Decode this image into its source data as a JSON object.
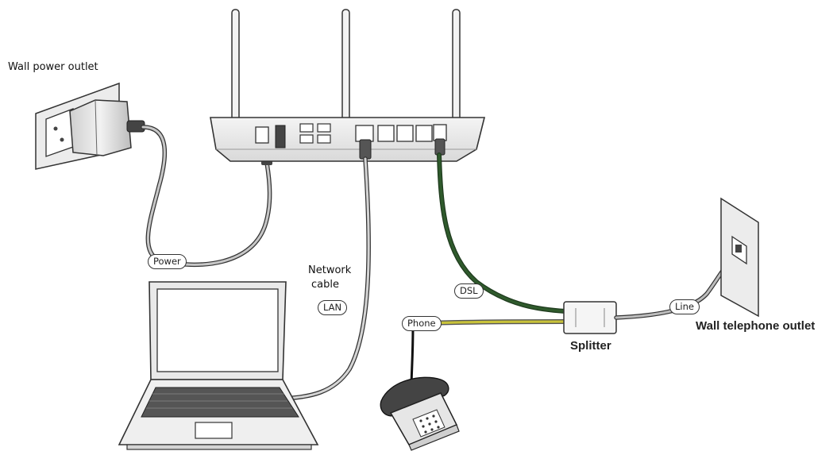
{
  "labels": {
    "wall_power_outlet": "Wall power outlet",
    "network_cable_line1": "Network",
    "network_cable_line2": "cable",
    "splitter": "Splitter",
    "wall_telephone_outlet": "Wall telephone outlet"
  },
  "tags": {
    "power": "Power",
    "lan": "LAN",
    "dsl": "DSL",
    "phone": "Phone",
    "line": "Line"
  },
  "colors": {
    "outline": "#333333",
    "dsl_cable": "#2f5a2c",
    "phone_cable": "#c8c23a",
    "cable_gray": "#888888"
  }
}
